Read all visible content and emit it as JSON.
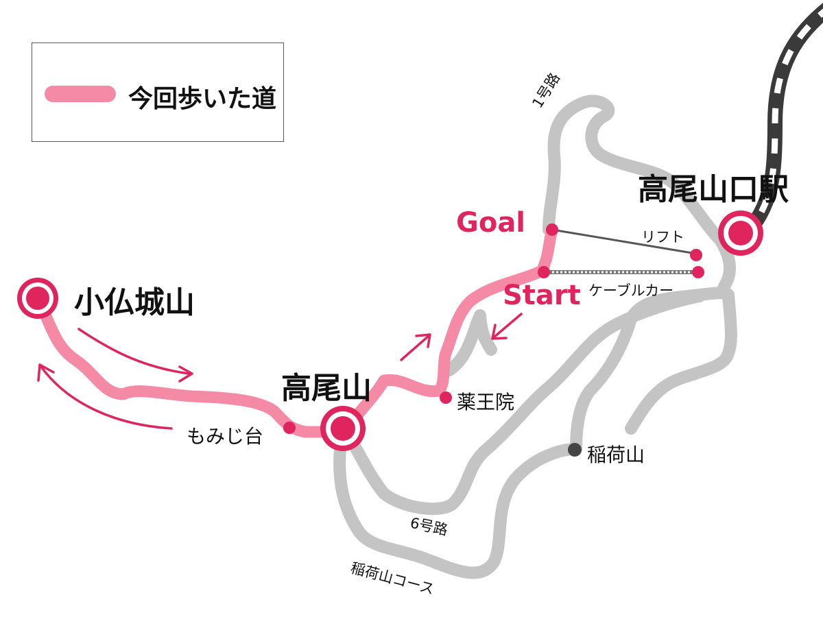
{
  "legend": {
    "label": "今回歩いた道"
  },
  "places": {
    "kobotoke": "小仏城山",
    "takaosan": "高尾山",
    "takaosanguchi": "高尾山口駅",
    "yakuoin": "薬王院",
    "momijidai": "もみじ台",
    "inariyama": "稲荷山"
  },
  "markers": {
    "goal": "Goal",
    "start": "Start"
  },
  "routes": {
    "route1": "1号路",
    "route6": "6号路",
    "inari_course": "稲荷山コース",
    "lift": "リフト",
    "cablecar": "ケーブルカー"
  },
  "colors": {
    "walked_route": "#f58aa6",
    "accent": "#e0245e",
    "trail": "#c4c4c4",
    "railway": "#3a3a3a"
  }
}
